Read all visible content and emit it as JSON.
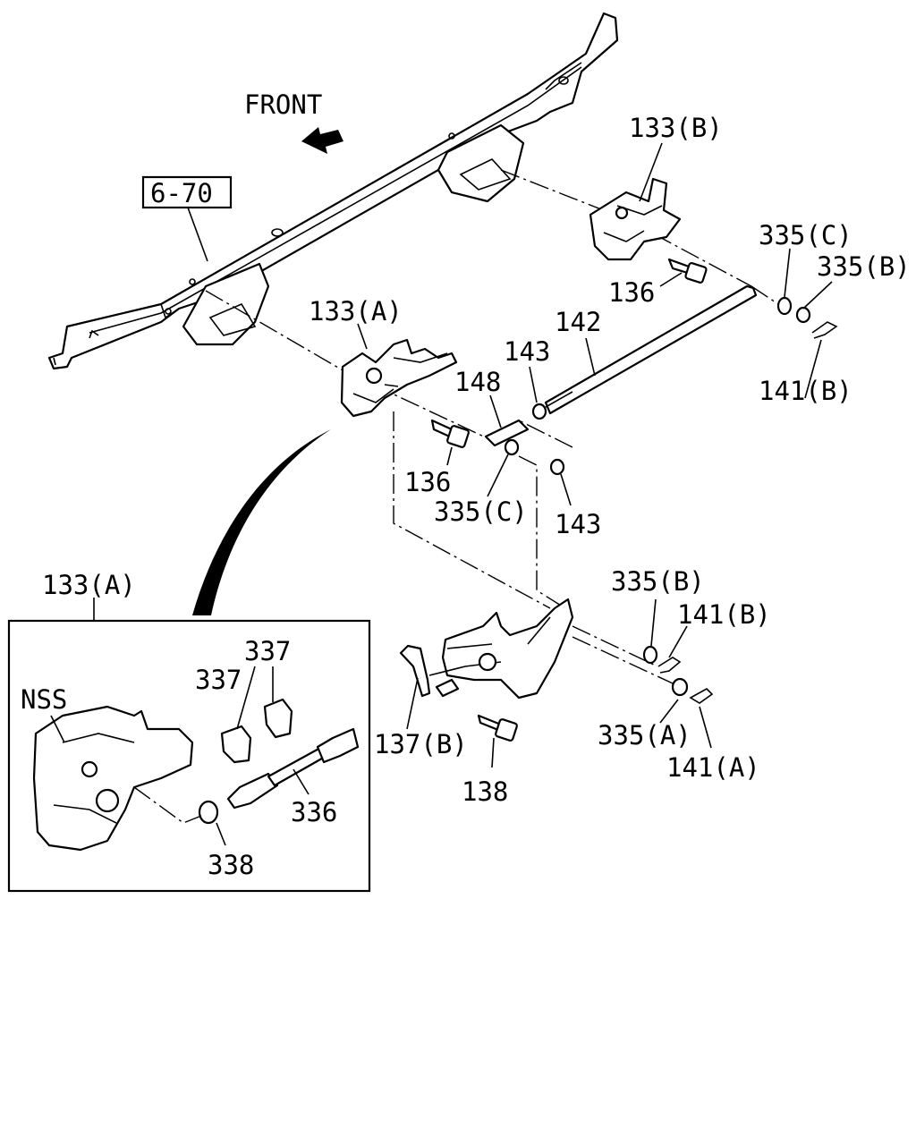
{
  "direction_label": "FRONT",
  "reference_box": "6-70",
  "labels": {
    "l_133b": "133(B)",
    "l_335c_top": "335(C)",
    "l_335b_top": "335(B)",
    "l_136_top": "136",
    "l_142": "142",
    "l_141b_top": "141(B)",
    "l_133a_main": "133(A)",
    "l_143_a": "143",
    "l_148": "148",
    "l_136_mid": "136",
    "l_335c_mid": "335(C)",
    "l_143_b": "143",
    "l_133a_inset": "133(A)",
    "l_335b_low": "335(B)",
    "l_141b_low": "141(B)",
    "l_337_a": "337",
    "l_337_b": "337",
    "l_nss": "NSS",
    "l_137b": "137(B)",
    "l_335a": "335(A)",
    "l_138": "138",
    "l_141a": "141(A)",
    "l_336": "336",
    "l_338": "338"
  }
}
